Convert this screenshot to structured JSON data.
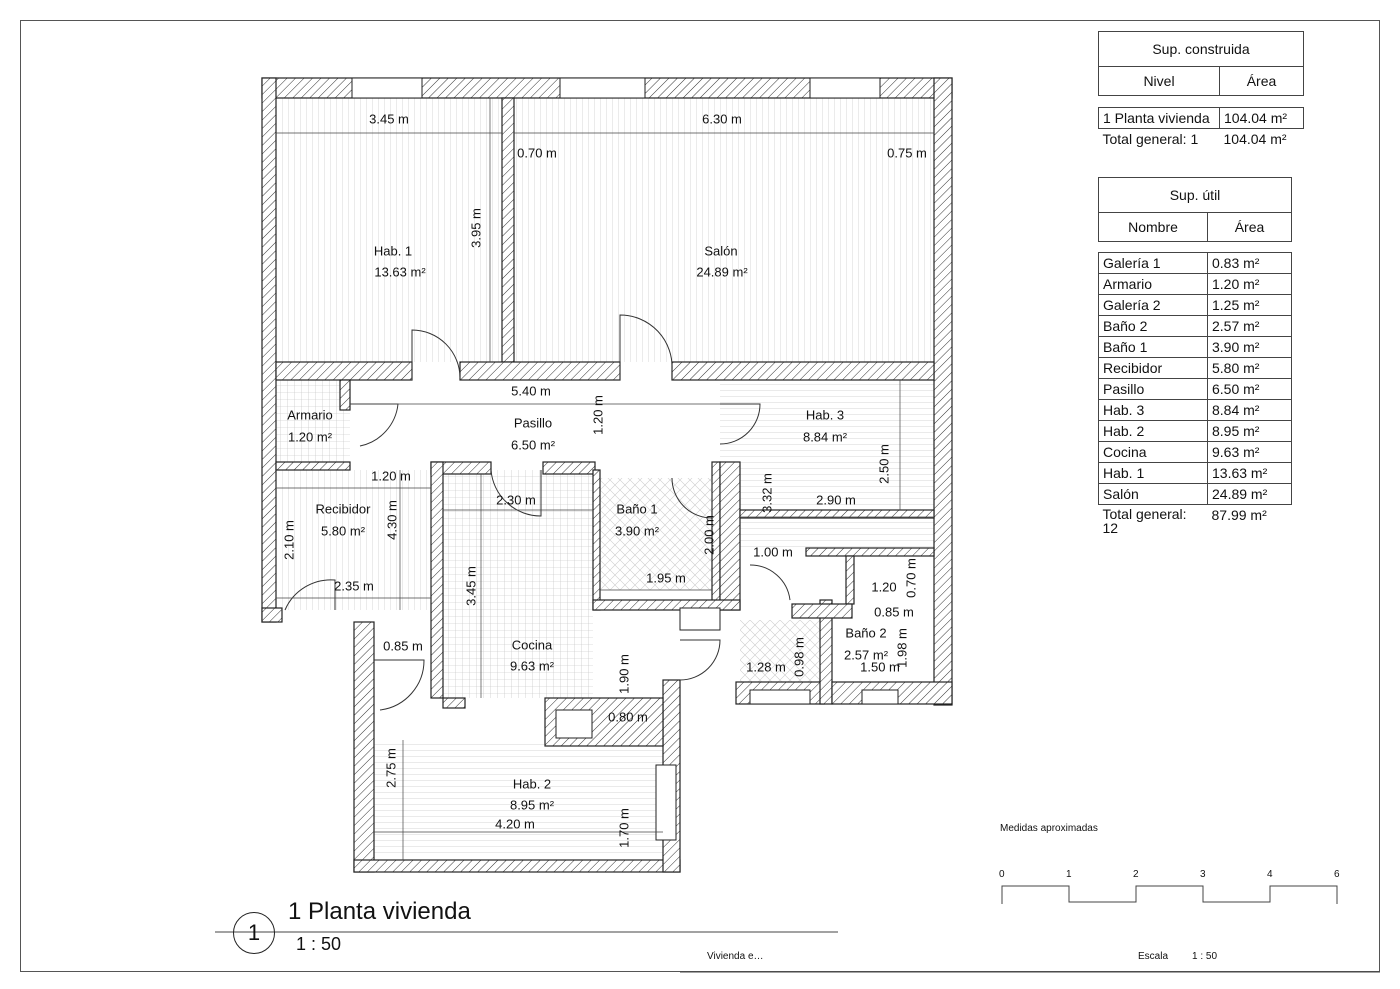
{
  "rooms": [
    {
      "name": "Hab. 1",
      "area": "13.63 m²"
    },
    {
      "name": "Salón",
      "area": "24.89 m²"
    },
    {
      "name": "Armario",
      "area": "1.20 m²"
    },
    {
      "name": "Pasillo",
      "area": "6.50 m²"
    },
    {
      "name": "Hab. 3",
      "area": "8.84 m²"
    },
    {
      "name": "Recibidor",
      "area": "5.80 m²"
    },
    {
      "name": "Baño 1",
      "area": "3.90 m²"
    },
    {
      "name": "Cocina",
      "area": "9.63 m²"
    },
    {
      "name": "Baño 2",
      "area": "2.57 m²"
    },
    {
      "name": "Hab. 2",
      "area": "8.95 m²"
    }
  ],
  "dims": [
    "3.45 m",
    "6.30 m",
    "0.70 m",
    "0.75 m",
    "3.95 m",
    "5.40 m",
    "1.20 m",
    "1.20 m",
    "2.30 m",
    "4.30 m",
    "2.10 m",
    "2.35 m",
    "3.32 m",
    "2.90 m",
    "2.50 m",
    "2.00 m",
    "1.95 m",
    "1.00 m",
    "1.20",
    "0.70 m",
    "0.85 m",
    "1.98 m",
    "1.50 m",
    "1.28 m",
    "0.98 m",
    "0.85 m",
    "3.45 m",
    "1.90 m",
    "0.80 m",
    "2.75 m",
    "1.70 m",
    "4.20 m"
  ],
  "built": {
    "title": "Sup. construida",
    "col1": "Nivel",
    "col2": "Área",
    "row": {
      "name": "1 Planta vivienda",
      "area": "104.04 m²"
    },
    "total_label": "Total general: 1",
    "total": "104.04 m²"
  },
  "useful": {
    "title": "Sup. útil",
    "col1": "Nombre",
    "col2": "Área",
    "rows": [
      [
        "Galería 1",
        "0.83 m²"
      ],
      [
        "Armario",
        "1.20 m²"
      ],
      [
        "Galería 2",
        "1.25 m²"
      ],
      [
        "Baño 2",
        "2.57 m²"
      ],
      [
        "Baño 1",
        "3.90 m²"
      ],
      [
        "Recibidor",
        "5.80 m²"
      ],
      [
        "Pasillo",
        "6.50 m²"
      ],
      [
        "Hab. 3",
        "8.84 m²"
      ],
      [
        "Hab. 2",
        "8.95 m²"
      ],
      [
        "Cocina",
        "9.63 m²"
      ],
      [
        "Hab. 1",
        "13.63 m²"
      ],
      [
        "Salón",
        "24.89 m²"
      ]
    ],
    "total_label": "Total general: 12",
    "total": "87.99 m²"
  },
  "footer": {
    "view_number": "1",
    "title": "1 Planta vivienda",
    "scale": "1 : 50",
    "note": "Medidas aproximadas",
    "project": "Vivienda e…",
    "scale_label": "Escala",
    "scale_value": "1 : 50",
    "bar_ticks": [
      "0",
      "1",
      "2",
      "3",
      "4",
      "6"
    ]
  }
}
